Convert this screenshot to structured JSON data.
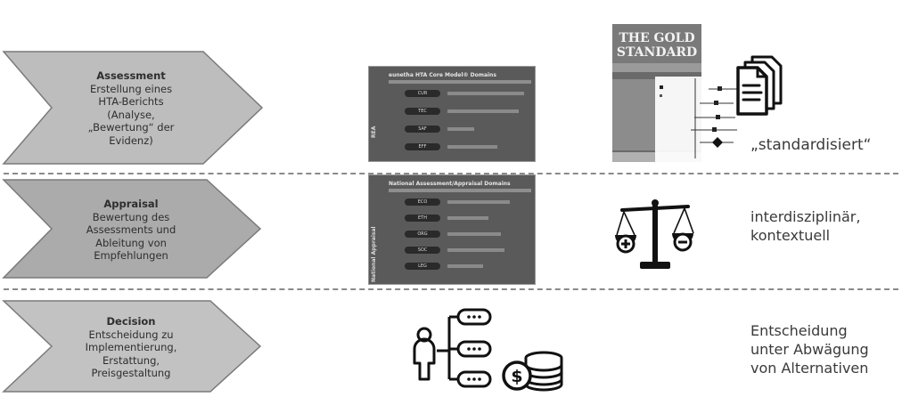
{
  "rows": [
    {
      "title": "Assessment",
      "description": "Erstellung eines\nHTA-Berichts\n(Analyse,\n„Bewertung“ der\nEvidenz)",
      "right_text": "„standardisiert“"
    },
    {
      "title": "Appraisal",
      "description": "Bewertung des\nAssessments und\nAbleitung von\nEmpfehlungen",
      "right_text": "interdisziplinär,\nkontextuell"
    },
    {
      "title": "Decision",
      "description": "Entscheidung zu\nImplementierung,\nErstattung,\nPreisgestaltung",
      "right_text": "Entscheidung\nunter Abwägung\nvon Alternativen"
    }
  ],
  "slide1": {
    "header": "eunetha HTA Core Model® Domains",
    "side_label": "REA",
    "pills": [
      "CUR",
      "TEC",
      "SAF",
      "EFF"
    ]
  },
  "slide2": {
    "header": "National Assessment/Appraisal Domains",
    "side_label": "National Appraisal",
    "pills": [
      "ECO",
      "ETH",
      "ORG",
      "SOC",
      "LEG"
    ]
  },
  "book": {
    "title": "THE GOLD STANDARD"
  },
  "colors": {
    "chevron_fill": "#b9b9b9",
    "chevron_fill_dark": "#a8a8a8",
    "divider": "#8a8a8a",
    "text": "#3a3a3a"
  }
}
